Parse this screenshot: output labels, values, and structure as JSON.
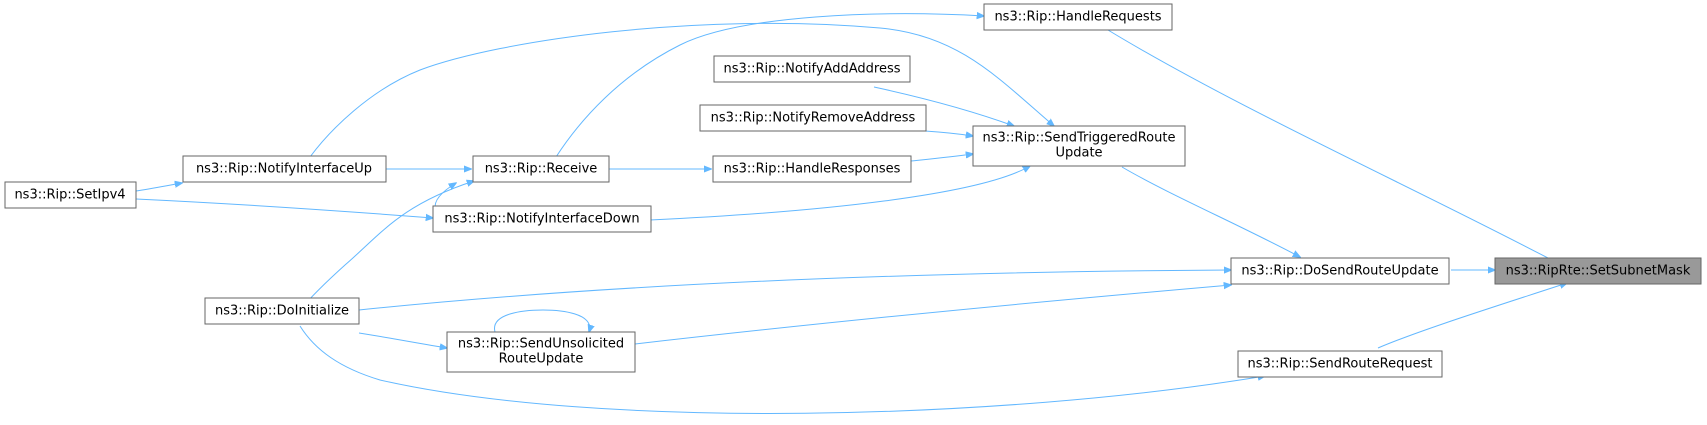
{
  "nodes": {
    "set_subnet_mask": "ns3::RipRte::SetSubnetMask",
    "handle_requests": "ns3::Rip::HandleRequests",
    "do_send_route_update": "ns3::Rip::DoSendRouteUpdate",
    "send_route_request": "ns3::Rip::SendRouteRequest",
    "send_triggered_route_update": [
      "ns3::Rip::SendTriggeredRoute",
      "Update"
    ],
    "notify_add_address": "ns3::Rip::NotifyAddAddress",
    "notify_remove_address": "ns3::Rip::NotifyRemoveAddress",
    "handle_responses": "ns3::Rip::HandleResponses",
    "receive": "ns3::Rip::Receive",
    "notify_interface_up": "ns3::Rip::NotifyInterfaceUp",
    "notify_interface_down": "ns3::Rip::NotifyInterfaceDown",
    "set_ipv4": "ns3::Rip::SetIpv4",
    "do_initialize": "ns3::Rip::DoInitialize",
    "send_unsolicited_route_update": [
      "ns3::Rip::SendUnsolicited",
      "RouteUpdate"
    ]
  },
  "colors": {
    "edge": "#63b8ff",
    "node_border": "#666666",
    "highlight_fill": "#999999"
  }
}
